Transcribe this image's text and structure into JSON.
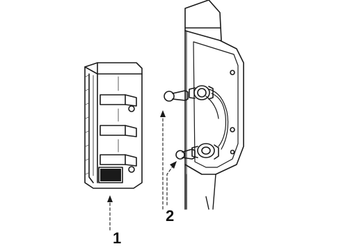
{
  "diagram": {
    "callouts": [
      {
        "id": "1",
        "label": "1"
      },
      {
        "id": "2",
        "label": "2"
      }
    ]
  },
  "colors": {
    "ink": "#1a1a1a",
    "paper": "#ffffff"
  }
}
